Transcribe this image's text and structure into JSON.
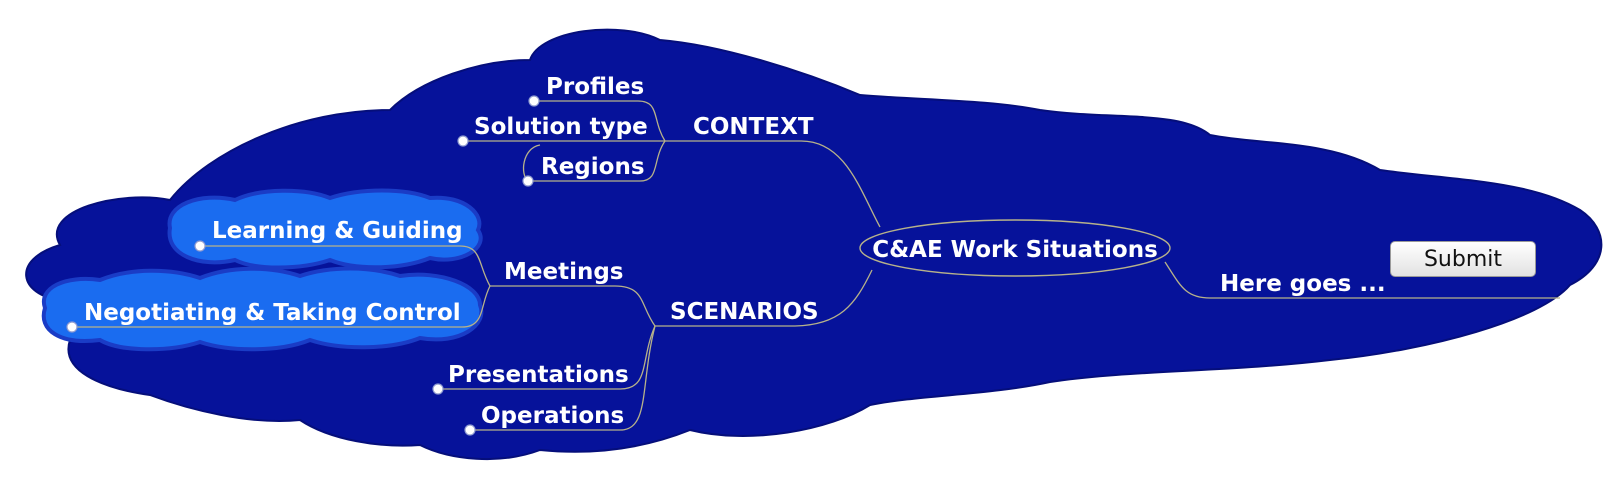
{
  "colors": {
    "cloud_main": "#06129a",
    "cloud_inner": "#1a6cf0",
    "cloud_inner_border": "#1a3cc6",
    "connector": "#b7b28a",
    "text": "#ffffff"
  },
  "mindmap": {
    "root": "C&AE Work Situations",
    "branches": {
      "context": {
        "label": "CONTEXT",
        "children": {
          "profiles": "Profiles",
          "solution_type": "Solution type",
          "regions": "Regions"
        }
      },
      "scenarios": {
        "label": "SCENARIOS",
        "children": {
          "meetings": "Meetings",
          "presentations": "Presentations",
          "operations": "Operations"
        },
        "meetings_children": {
          "learning": "Learning & Guiding",
          "negotiating": "Negotiating & Taking Control"
        }
      },
      "here_goes": "Here goes ..."
    },
    "submit_label": "Submit"
  }
}
